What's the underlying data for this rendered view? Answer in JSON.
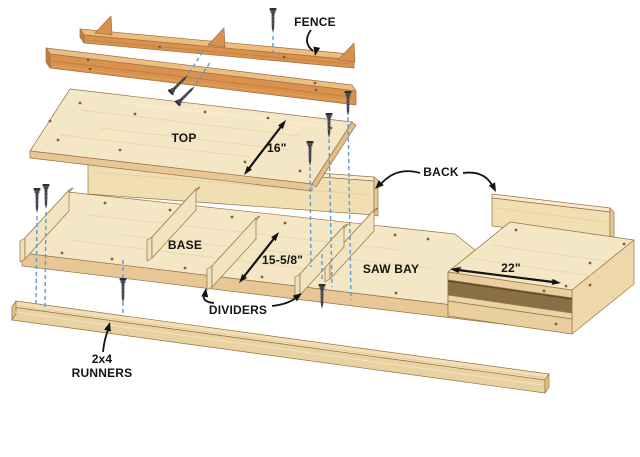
{
  "diagram": {
    "labels": {
      "fence": "FENCE",
      "top": "TOP",
      "back": "BACK",
      "base": "BASE",
      "dividers": "DIVIDERS",
      "saw_bay": "SAW BAY",
      "runners_line1": "2x4",
      "runners_line2": "RUNNERS"
    },
    "dimensions": {
      "top_depth": "16\"",
      "divider_spacing": "15-5/8\"",
      "saw_bay_width": "22\""
    },
    "colors": {
      "background": "#ffffff",
      "plywood_face": "#f4e7c6",
      "plywood_edge": "#e6c795",
      "fence_wood": "#d8924e",
      "fence_wood_light": "#edbe82",
      "screw_metal": "#3e414b",
      "alignment_guide": "#5b9bd5",
      "annotation": "#141414"
    }
  }
}
